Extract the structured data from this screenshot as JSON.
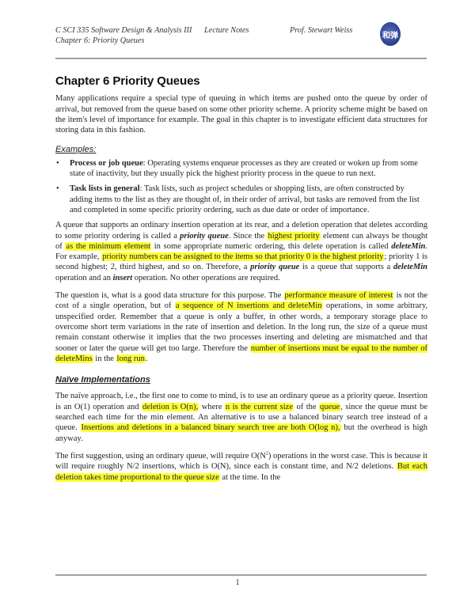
{
  "header": {
    "course": "C SCI 335 Software Design & Analysis III",
    "notes": "Lecture Notes",
    "professor": "Prof. Stewart Weiss",
    "chapter": "Chapter 6: Priority Queues",
    "logo_text": "和弹"
  },
  "title": "Chapter 6 Priority Queues",
  "intro": "Many applications require a special type of queuing in which items are pushed onto the queue by order of arrival, but removed from the queue based on some other priority scheme.  A priority scheme might be based on the item's level of importance for example. The goal in this chapter is to investigate efficient data structures for storing data in this fashion.",
  "examples": {
    "heading": "Examples:",
    "items": [
      {
        "term": "Process or job queue",
        "text": ":  Operating systems enqueue processes as they are created or woken up from some state of inactivity, but they usually pick the highest priority process in the queue to run next."
      },
      {
        "term": "Task lists in general",
        "text": ":  Task lists, such as project schedules or shopping lists, are often constructed by adding items to the list as they are thought of, in their order of arrival, but tasks are removed from the list and completed in some specific priority ordering, such as due date or order of importance."
      }
    ]
  },
  "para2": {
    "s1": "A queue that supports an ordinary insertion operation at its rear, and a deletion operation that deletes according to some priority ordering is called a ",
    "t1": "priority queue",
    "s2": ". Since the ",
    "h1": "highest priority",
    "s3": " element can always be thought of ",
    "h2": "as the minimum element",
    "s4": " in some appropriate numeric ordering, this delete operation is called ",
    "t2": "deleteMin",
    "s5": ". For example, ",
    "h3": "priority numbers can be assigned to the items so that priority 0 is the highest priority",
    "s6": "; priority 1 is second highest; 2, third highest, and so on. Therefore, a ",
    "t3": "priority queue",
    "s7": " is a queue that supports a ",
    "t4": "deleteMin",
    "s8": " operation and an ",
    "t5": "insert",
    "s9": " operation. No other operations are required."
  },
  "para3": {
    "s1": "The question is, what is a good data structure for this purpose.  The ",
    "h1": "performance measure of interest",
    "s2": " is not the cost of a single operation, but of ",
    "h2": "a sequence of N insertions and deleteMin",
    "s3": " operations, in some arbitrary, unspecified order. Remember that a queue is only a buffer, in other words, a temporary storage place to overcome short term variations in the rate of insertion and deletion. In the long run, the size of a queue must remain constant otherwise it implies that the two processes inserting and deleting are mismatched and that sooner or later the queue will get too large. Therefore the ",
    "h3": "number of insertions must be equal to the number of deleteMins",
    "s4": " in the ",
    "h4": "long run",
    "s5": "."
  },
  "naive": {
    "heading": "Naïve Implementations",
    "p1": {
      "s1": "The naïve approach, i.e., the first one to come to mind, is to use an ordinary queue as a priority queue. Insertion is an O(1) operation and ",
      "h1": "deletion is O(n),",
      "s2": " where ",
      "h2": "n is the current size",
      "s3": " of the ",
      "h3": "queue",
      "s4": ", since the queue must be searched each time for the min element. An alternative is to use a balanced binary search tree instead of a queue. ",
      "h4": "Insertions and deletions in a balanced binary search tree are both O(log n),",
      "s5": " but the overhead is high anyway."
    },
    "p2": {
      "s1": "The first suggestion, using an ordinary queue, will require O(N",
      "sup": "2",
      "s2": ") operations in the worst case. This is because it will require roughly N/2 insertions, which is O(N), since each is constant time, and N/2 deletions. ",
      "h1": "But each deletion takes time proportional to the queue size",
      "s3": " at the time. In the"
    }
  },
  "footer": {
    "page_number": "1"
  },
  "colors": {
    "highlight": "#ffff33",
    "rule": "#888888"
  }
}
